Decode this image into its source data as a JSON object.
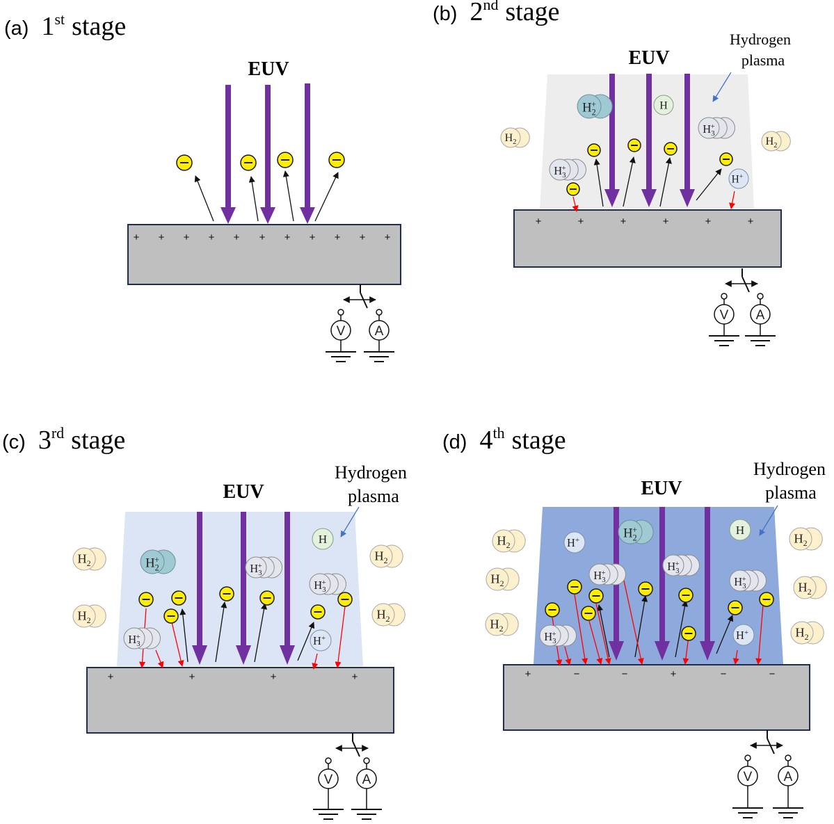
{
  "panels": {
    "a": {
      "letter": "(a)",
      "num": "1",
      "sup": "st",
      "word": "stage",
      "euv": "EUV"
    },
    "b": {
      "letter": "(b)",
      "num": "2",
      "sup": "nd",
      "word": "stage",
      "euv": "EUV",
      "plasma_line1": "Hydrogen",
      "plasma_line2": "plasma"
    },
    "c": {
      "letter": "(c)",
      "num": "3",
      "sup": "rd",
      "word": "stage",
      "euv": "EUV",
      "plasma_line1": "Hydrogen",
      "plasma_line2": "plasma"
    },
    "d": {
      "letter": "(d)",
      "num": "4",
      "sup": "th",
      "word": "stage",
      "euv": "EUV",
      "plasma_line1": "Hydrogen",
      "plasma_line2": "plasma"
    }
  },
  "symbols": {
    "plus": "+",
    "minus": "−",
    "H": "H",
    "sub2": "2",
    "sub3": "3",
    "sup_plus": "+",
    "voltmeter": "V",
    "ammeter": "A"
  },
  "colors": {
    "euv_arrow": "#7030a0",
    "substrate": "#bfbfbf",
    "substrate_border": "#1f2d4e",
    "electron": "#ffee00",
    "plasma_b": "#ededed",
    "plasma_c": "#dbe5f5",
    "plasma_d": "#8eaadc",
    "h2": "#fdf0cc",
    "h2plus": "#9fc9d3",
    "h3plus": "#e4e6ee",
    "hatom": "#e3f1dd",
    "hplus": "#dde6f4",
    "red_arrow": "#ff0000",
    "blue_pointer": "#4472c4"
  }
}
